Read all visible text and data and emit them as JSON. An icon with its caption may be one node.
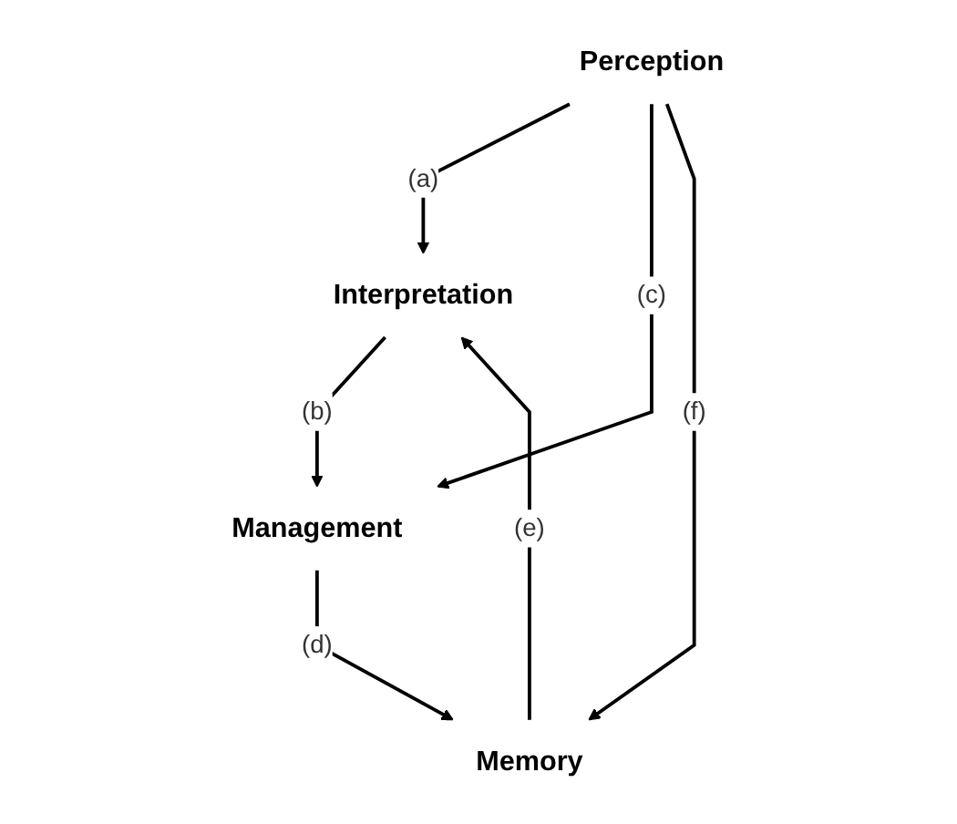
{
  "diagram": {
    "nodes": [
      {
        "text": [
          "Perception"
        ]
      },
      {
        "text": [
          "Interpretation"
        ]
      },
      {
        "text": [
          "Management"
        ]
      },
      {
        "text": [
          "Memory"
        ]
      }
    ],
    "edges": [
      {
        "from": 0,
        "to": 1,
        "arrow": "to",
        "label": "(a)"
      },
      {
        "from": 1,
        "to": 2,
        "arrow": "to",
        "label": "(b)"
      },
      {
        "from": 0,
        "to": 2,
        "arrow": "to",
        "label": "(c)"
      },
      {
        "from": 2,
        "to": 3,
        "arrow": "to",
        "label": "(d)"
      },
      {
        "from": 3,
        "to": 1,
        "arrow": "to",
        "label": "(e)"
      },
      {
        "from": 0,
        "to": 3,
        "arrow": "to",
        "label": "(f)"
      }
    ]
  }
}
